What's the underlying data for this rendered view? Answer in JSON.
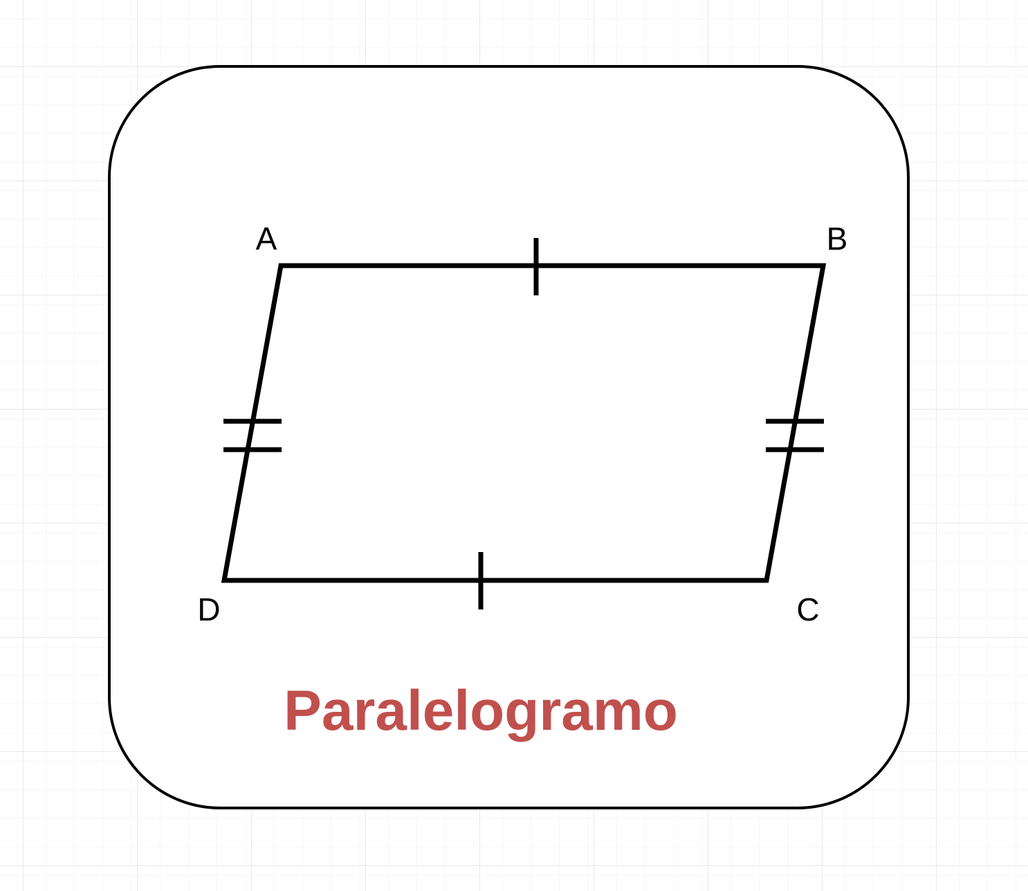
{
  "diagram": {
    "title": "Paralelogramo",
    "vertices": {
      "A": "A",
      "B": "B",
      "C": "C",
      "D": "D"
    },
    "colors": {
      "title": "#c0504d",
      "stroke": "#000000",
      "card_fill": "#ffffff",
      "grid_line": "#dcdcdc",
      "grid_line_minor": "#efefef"
    },
    "tick_marks": {
      "side_AB": 1,
      "side_DC": 1,
      "side_AD": 2,
      "side_BC": 2
    }
  }
}
